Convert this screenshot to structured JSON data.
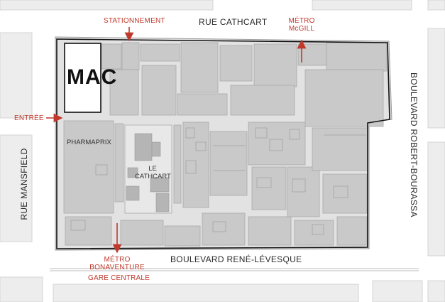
{
  "map": {
    "streets": {
      "north": "RUE CATHCART",
      "south": "BOULEVARD RENÉ-LÉVESQUE",
      "west": "RUE MANSFIELD",
      "east": "BOULEVARD ROBERT-BOURASSA"
    },
    "entrances": {
      "parking": "STATIONNEMENT",
      "metro_north_line1": "MÉTRO",
      "metro_north_line2": "McGILL",
      "entry": "ENTRÉE",
      "metro_south_line1": "MÉTRO",
      "metro_south_line2": "BONAVENTURE",
      "station": "GARE CENTRALE"
    },
    "buildings": {
      "museum": "MAC",
      "pharmacy": "PHARMAPRIX",
      "hall_line1": "LE",
      "hall_line2": "CATHCART"
    },
    "colors": {
      "accent": "#c0392b",
      "block_fill": "#cfcfcf",
      "street_fill": "#ececec",
      "outline": "#111111"
    }
  }
}
